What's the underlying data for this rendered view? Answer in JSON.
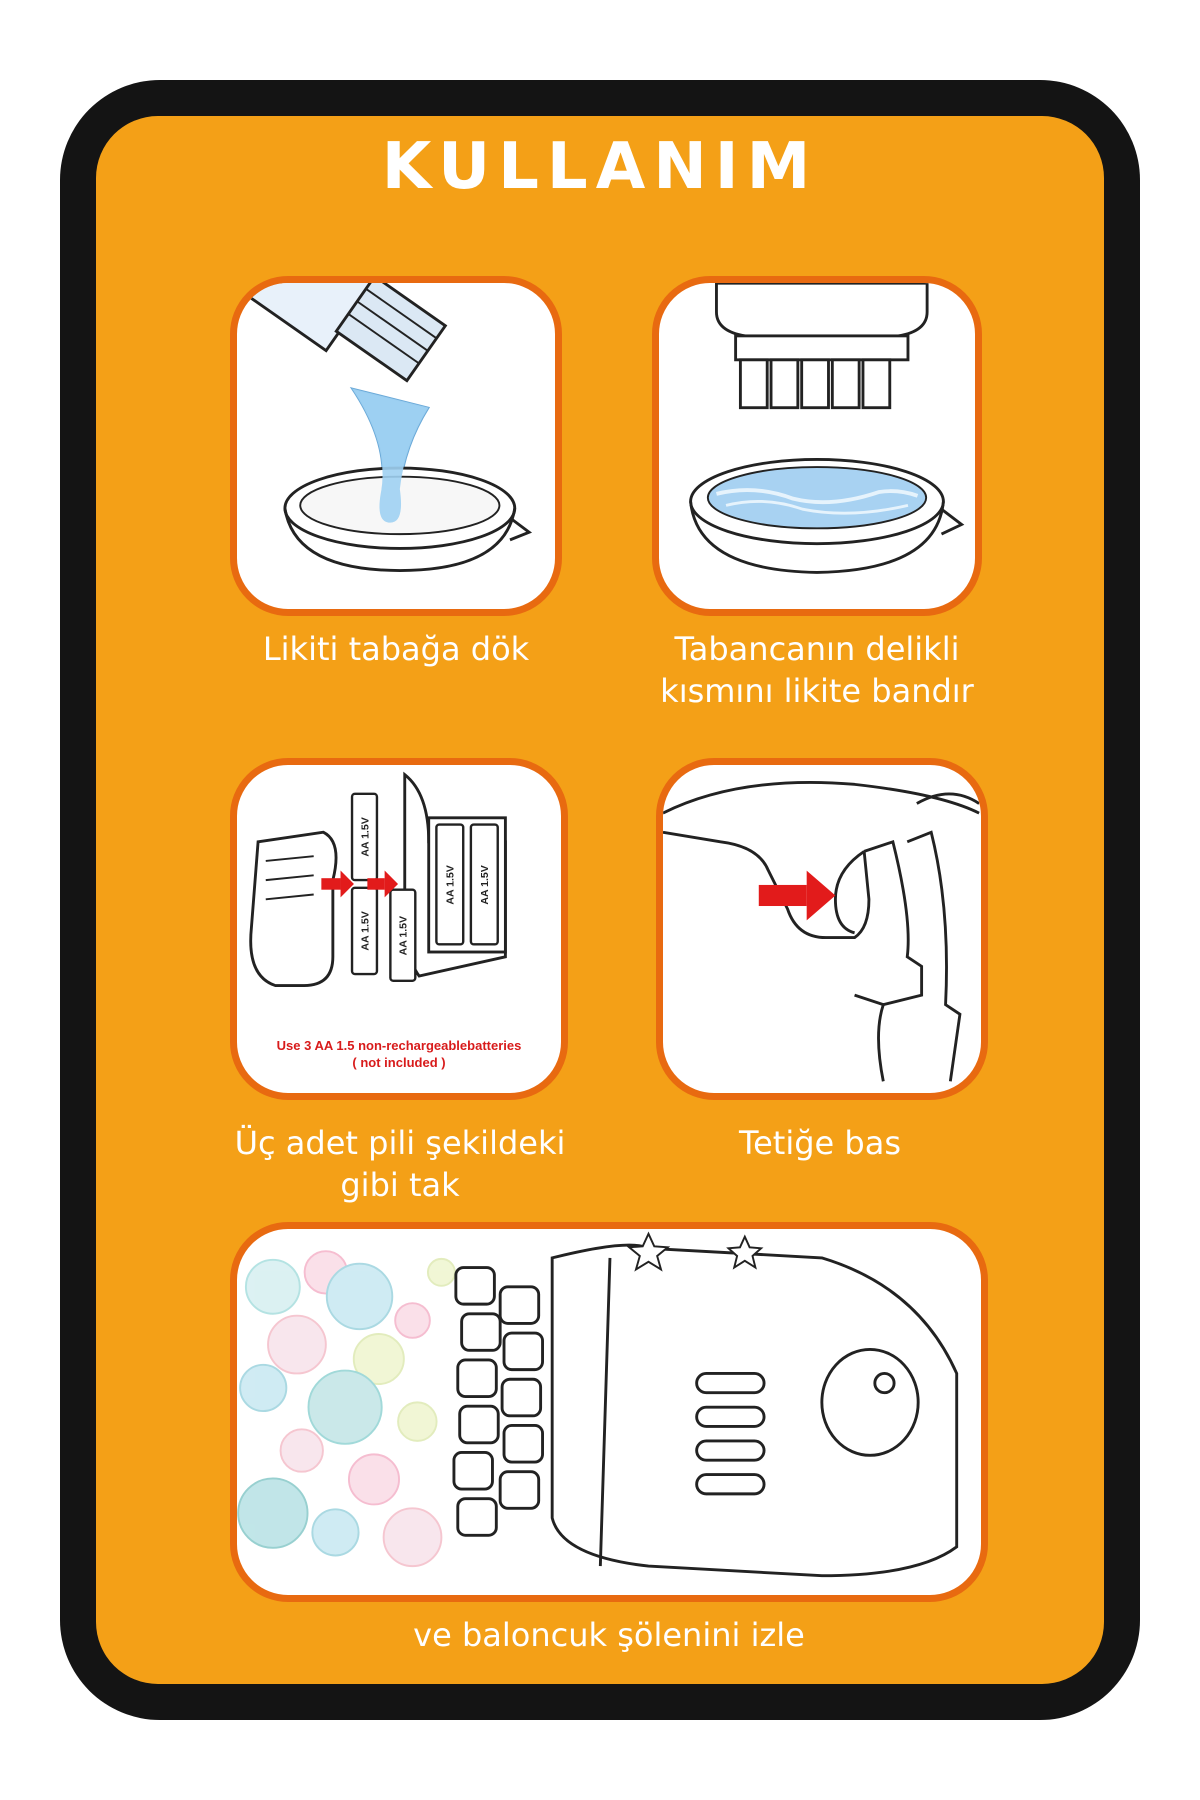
{
  "title": "KULLANIM",
  "steps": [
    {
      "caption": [
        "Likiti tabağa dök"
      ]
    },
    {
      "caption": [
        "Tabancanın delikli",
        "kısmını likite bandır"
      ]
    },
    {
      "caption": [
        "Üç adet pili şekildeki",
        "gibi tak"
      ]
    },
    {
      "caption": [
        "Tetiğe bas"
      ]
    },
    {
      "caption": [
        "ve baloncuk şölenini izle"
      ]
    }
  ],
  "battery_panel": {
    "battery_label": "AA 1.5V",
    "note": [
      "Use 3 AA 1.5 non-rechargeablebatteries",
      "( not included )"
    ]
  },
  "colors": {
    "outer": "#141414",
    "background": "#f4a017",
    "panel_border": "#e86a10",
    "arrow": "#e21b1b",
    "liquid": "#8fc8ef"
  }
}
